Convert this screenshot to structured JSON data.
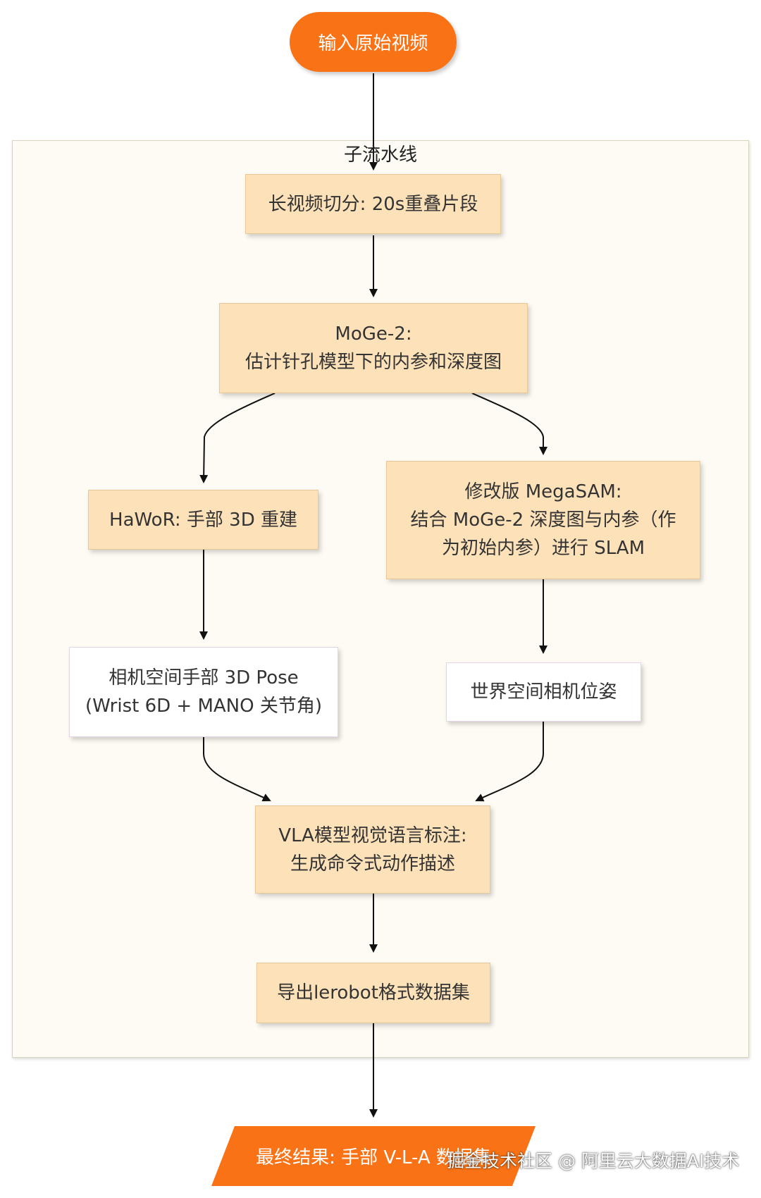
{
  "start": "输入原始视频",
  "subgraph_title": "子流水线",
  "nodes": {
    "split": "长视频切分: 20s重叠片段",
    "moge_line1": "MoGe-2:",
    "moge_line2": "估计针孔模型下的内参和深度图",
    "hawor": "HaWoR: 手部 3D 重建",
    "megasam_line1": "修改版 MegaSAM:",
    "megasam_line2": "结合 MoGe-2 深度图与内参（作",
    "megasam_line3": "为初始内参）进行 SLAM",
    "handpose_line1": "相机空间手部 3D Pose",
    "handpose_line2": "(Wrist 6D + MANO 关节角)",
    "camera_pose": "世界空间相机位姿",
    "vla_line1": "VLA模型视觉语言标注:",
    "vla_line2": "生成命令式动作描述",
    "export": "导出lerobot格式数据集"
  },
  "final": "最终结果: 手部 V-L-A 数据集",
  "watermark": "掘金技术社区 @ 阿里云大数据AI技术",
  "colors": {
    "accent": "#f97316",
    "process_fill": "#fde2b9",
    "subgraph_fill": "#fdfbf3",
    "edge": "#111111"
  }
}
